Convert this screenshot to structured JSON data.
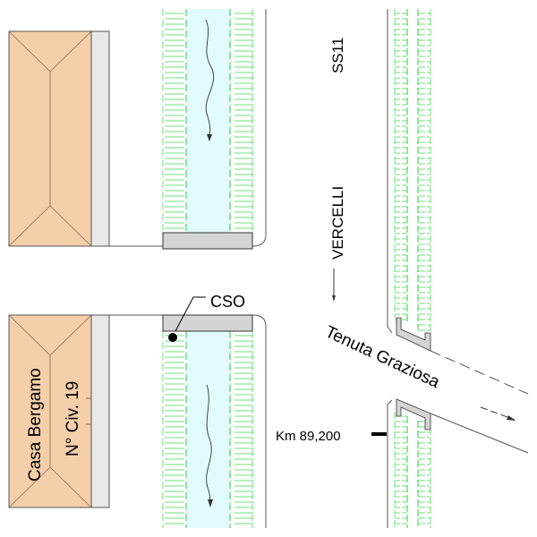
{
  "labels": {
    "road_name": "SS11",
    "direction": "VERCELLI",
    "cso": "CSO",
    "building_name": "Casa Bergamo",
    "civic_number": "N° Civ. 19",
    "side_road": "Tenuta Graziosa",
    "kilometer": "Km 89,200"
  },
  "colors": {
    "roof": "#f5cfaa",
    "wall": "#e8e8e8",
    "slab": "#d4d4d4",
    "water": "#e2fbfd",
    "vegetation": "#5fdc6a"
  }
}
